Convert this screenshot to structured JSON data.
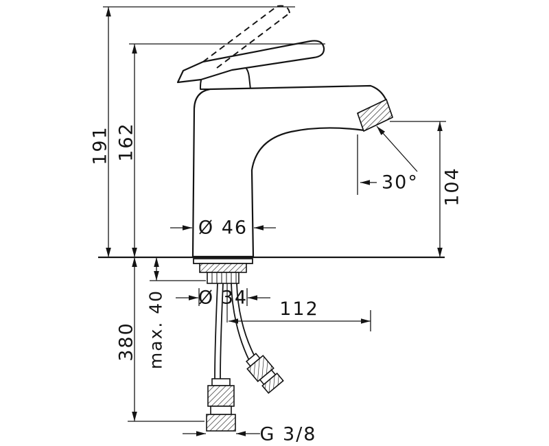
{
  "page": {
    "background": "#ffffff",
    "line_color": "#141414"
  },
  "drawing": {
    "type": "technical-dimension-drawing",
    "subject": "single-lever basin mixer faucet, side elevation with mounting hoses",
    "labels": {
      "total_height": "191",
      "handle_height": "162",
      "base_diameter": "Ø 46",
      "spray_angle": "30°",
      "spout_height": "104",
      "shank_diameter": "Ø 34",
      "max_mounting_thickness": "max. 40",
      "hose_length": "380",
      "spout_reach": "112",
      "connection_thread": "G 3/8"
    }
  }
}
